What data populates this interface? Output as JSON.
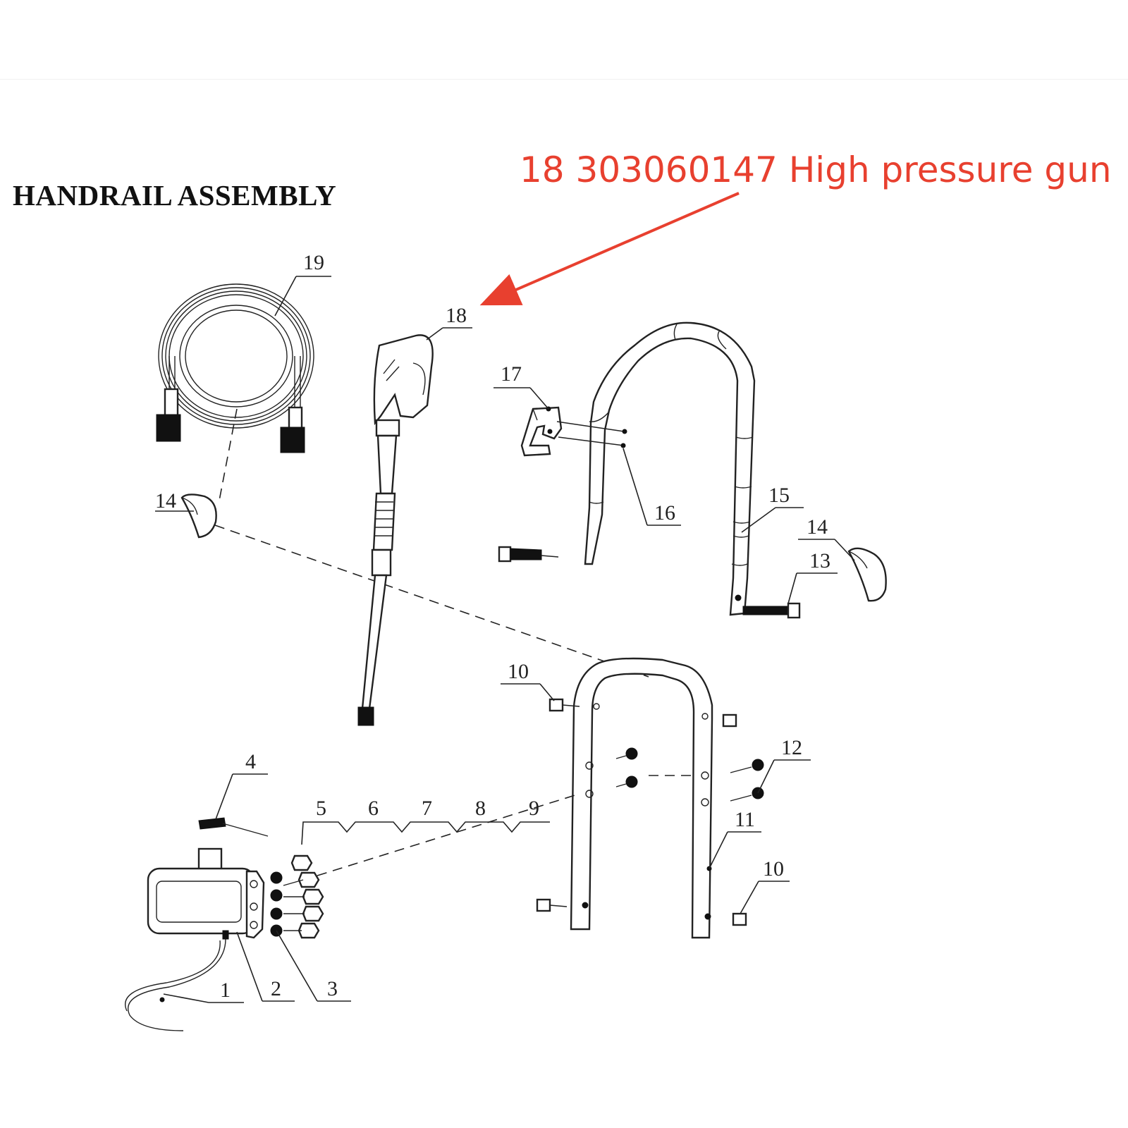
{
  "title": "HANDRAIL ASSEMBLY",
  "annotation": {
    "text": "18 303060147 High pressure gun",
    "color": "#e8402f"
  },
  "callouts": {
    "c1": "1",
    "c2": "2",
    "c3": "3",
    "c4": "4",
    "c5": "5",
    "c6": "6",
    "c7": "7",
    "c8": "8",
    "c9": "9",
    "c10a": "10",
    "c10b": "10",
    "c11": "11",
    "c12": "12",
    "c13": "13",
    "c14a": "14",
    "c14b": "14",
    "c15": "15",
    "c16": "16",
    "c17": "17",
    "c18": "18",
    "c19": "19"
  }
}
